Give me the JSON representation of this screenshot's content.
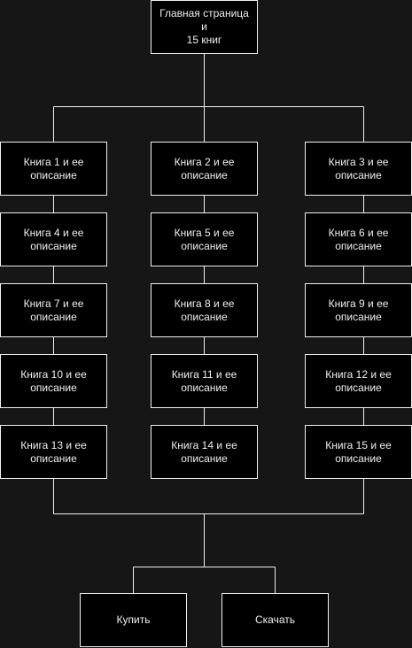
{
  "diagram": {
    "colors": {
      "background": "#161616",
      "node_fill": "#000000",
      "node_border": "#f0f0f0",
      "text": "#f0f0f0",
      "connector": "#f0f0f0"
    },
    "root": {
      "label": "Главная страница и\n15 книг"
    },
    "books": [
      {
        "label": "Книга 1 и ее\nописание"
      },
      {
        "label": "Книга 2 и ее\nописание"
      },
      {
        "label": "Книга 3 и ее\nописание"
      },
      {
        "label": "Книга 4 и ее\nописание"
      },
      {
        "label": "Книга 5 и ее\nописание"
      },
      {
        "label": "Книга 6 и ее\nописание"
      },
      {
        "label": "Книга 7 и ее\nописание"
      },
      {
        "label": "Книга 8 и ее\nописание"
      },
      {
        "label": "Книга 9 и ее\nописание"
      },
      {
        "label": "Книга 10 и ее\nописание"
      },
      {
        "label": "Книга 11 и ее\nописание"
      },
      {
        "label": "Книга 12 и ее\nописание"
      },
      {
        "label": "Книга 13 и ее\nописание"
      },
      {
        "label": "Книга 14 и ее\nописание"
      },
      {
        "label": "Книга 15 и ее\nописание"
      }
    ],
    "actions": [
      {
        "label": "Купить"
      },
      {
        "label": "Скачать"
      }
    ]
  }
}
